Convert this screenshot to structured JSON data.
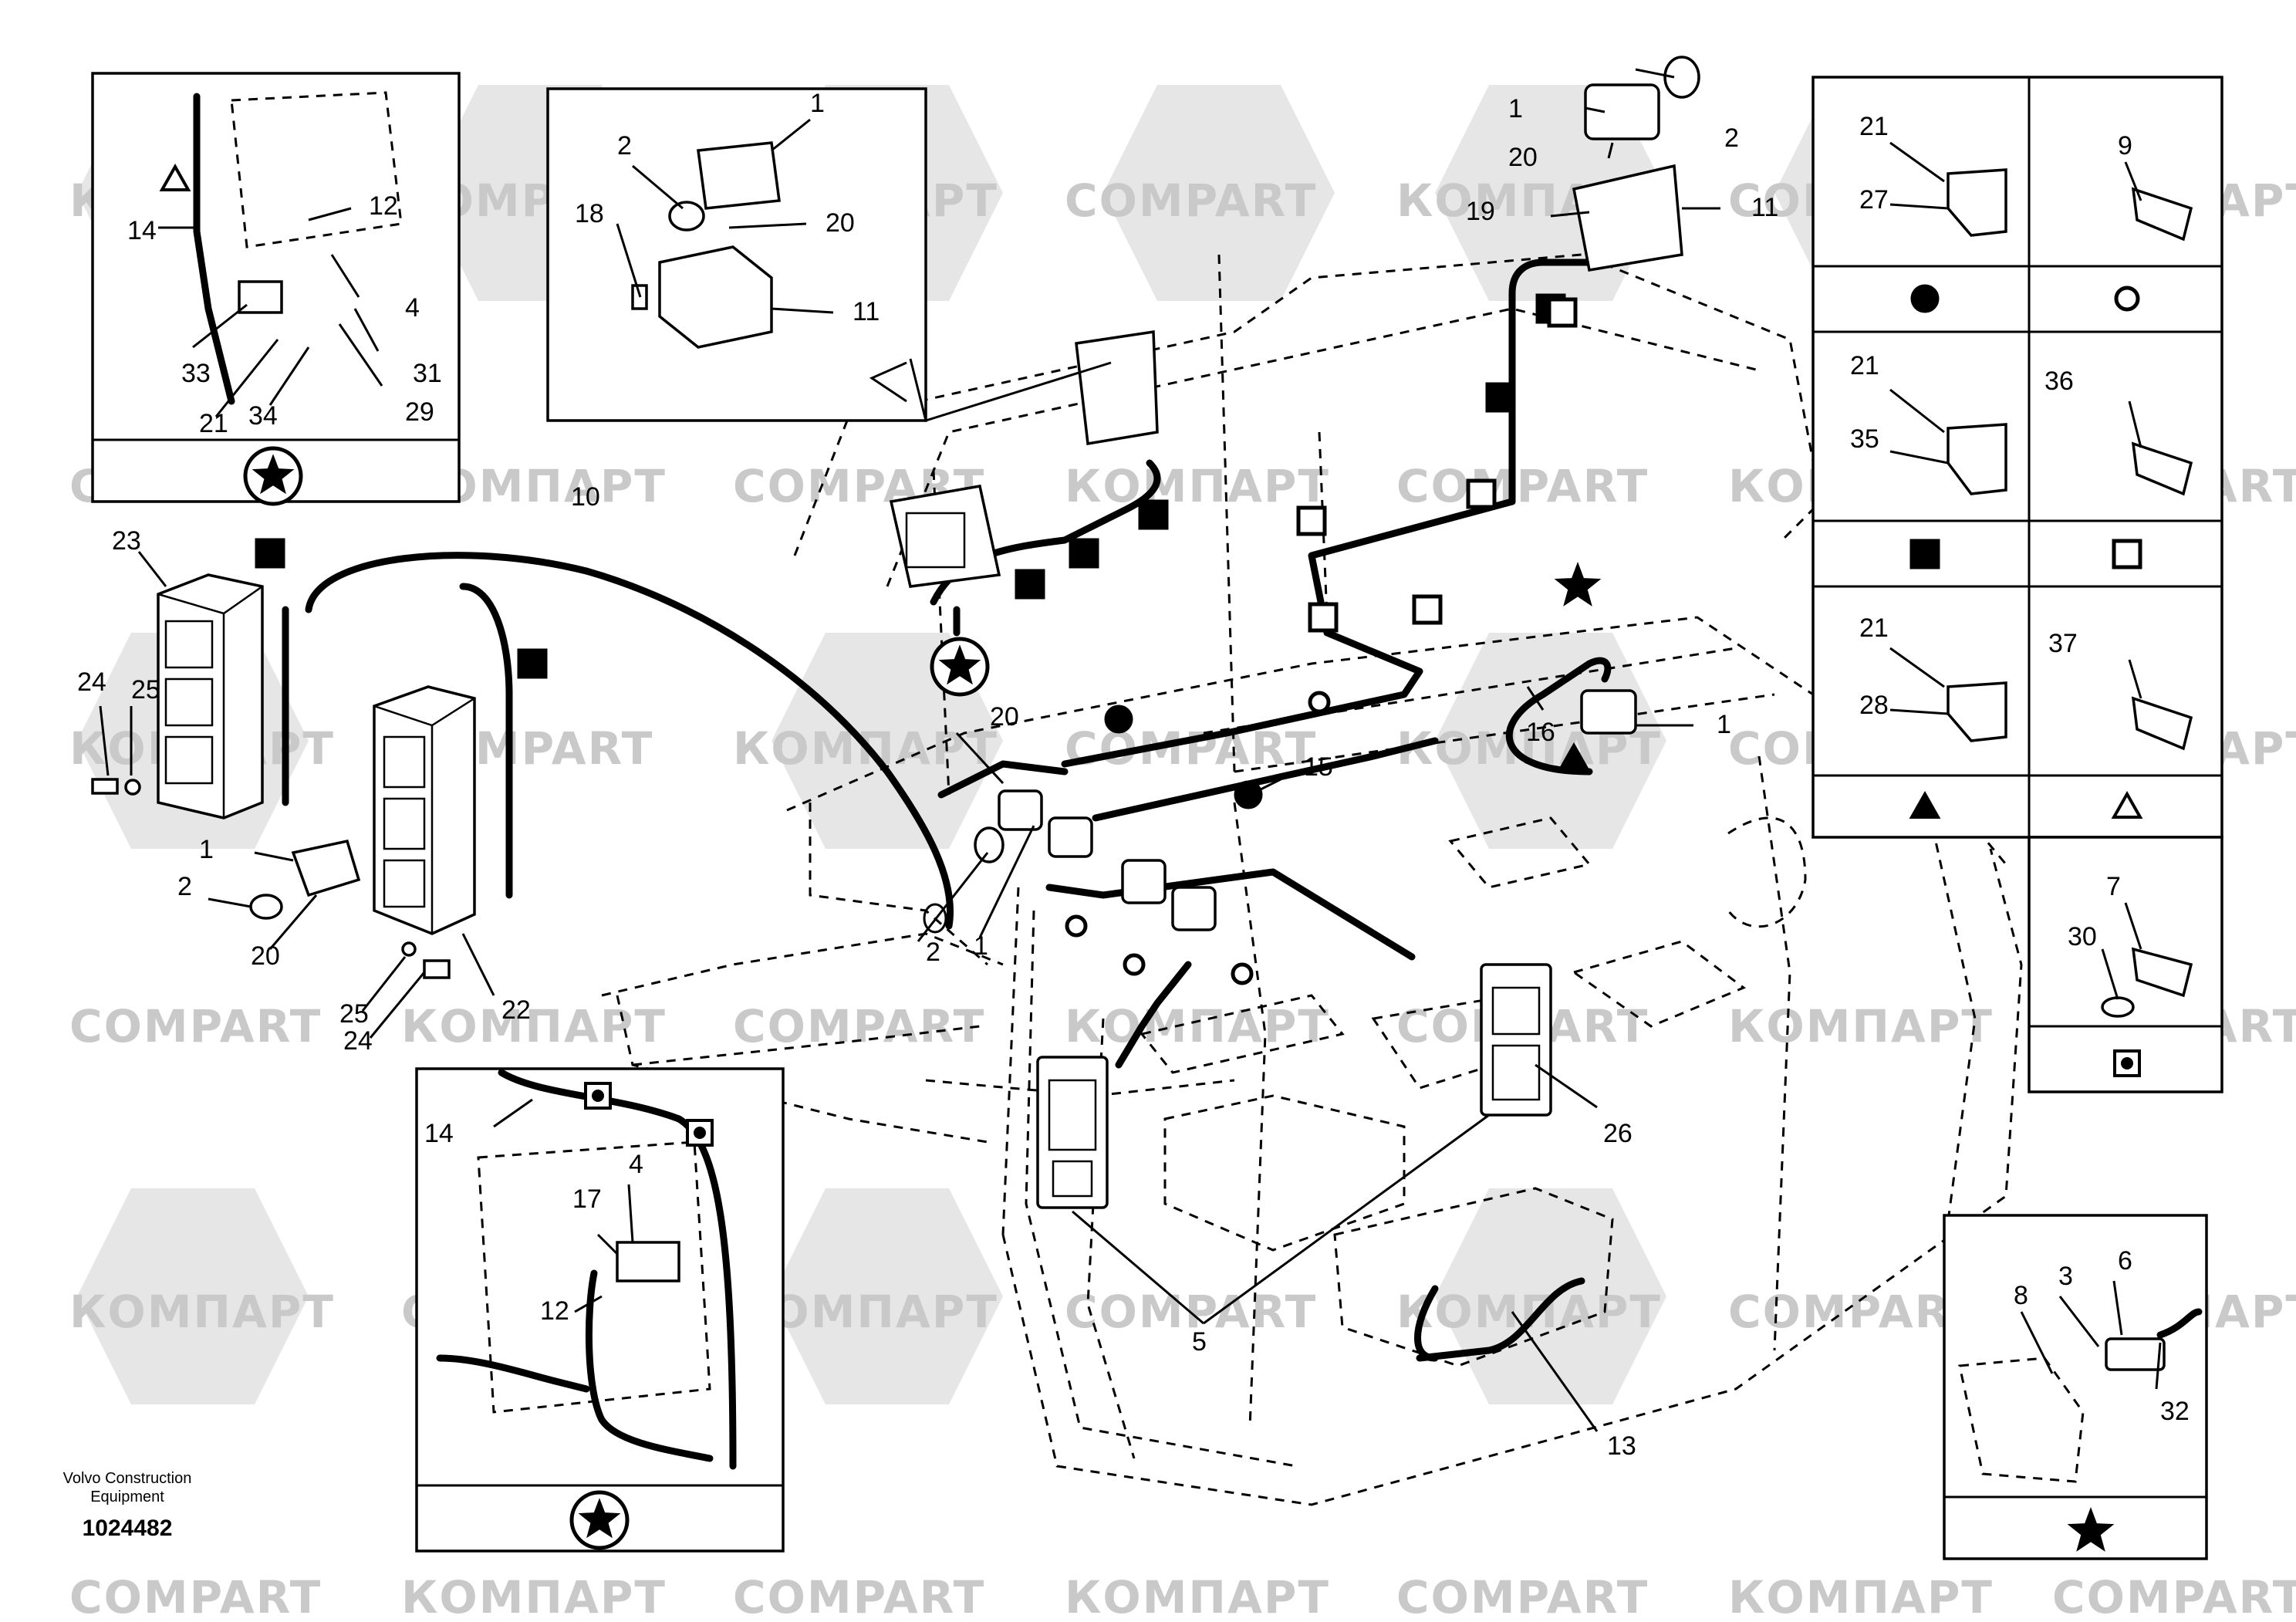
{
  "watermark": {
    "latin": "COMPART",
    "cyrillic": "КОМПАРТ"
  },
  "credit": {
    "line1": "Volvo Construction",
    "line2": "Equipment",
    "part_number": "1024482"
  },
  "labels": {
    "n1": "1",
    "n2": "2",
    "n3": "3",
    "n4": "4",
    "n5": "5",
    "n6": "6",
    "n7": "7",
    "n8": "8",
    "n9": "9",
    "n10": "10",
    "n11": "11",
    "n12": "12",
    "n13": "13",
    "n14": "14",
    "n15": "15",
    "n16": "16",
    "n17": "17",
    "n18": "18",
    "n19": "19",
    "n20": "20",
    "n21": "21",
    "n22": "22",
    "n23": "23",
    "n24": "24",
    "n25": "25",
    "n26": "26",
    "n27": "27",
    "n28": "28",
    "n29": "29",
    "n30": "30",
    "n31": "31",
    "n32": "32",
    "n33": "33",
    "n34": "34",
    "n35": "35",
    "n36": "36",
    "n37": "37"
  },
  "symbols": {
    "solid_circle": "solid-circle",
    "open_circle": "open-circle",
    "solid_square": "solid-square",
    "open_square": "open-square",
    "solid_triangle": "solid-triangle",
    "open_triangle": "open-triangle",
    "star": "star",
    "circled_star": "circled-star",
    "boxed_dot": "boxed-dot"
  },
  "colors": {
    "ink": "#000000",
    "watermark": "#c9c9c9",
    "background": "#ffffff"
  }
}
